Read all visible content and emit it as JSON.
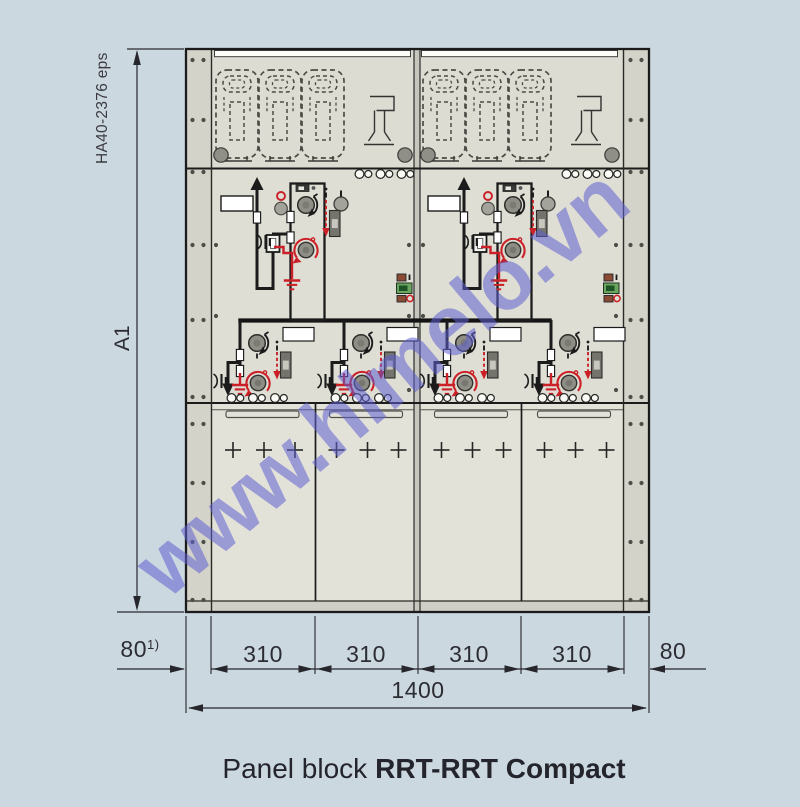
{
  "colors": {
    "background": "#ccd8e0",
    "accent_red": "#cb2027",
    "watermark_blue": "#5f5fd0"
  },
  "watermark": {
    "text": "www.hlmelo.vn"
  },
  "figure": {
    "id_label": "HA40-2376 eps",
    "caption_prefix": "Panel block",
    "caption_bold": "RRT-RRT Compact"
  },
  "dimensions": {
    "height": "A1",
    "left_side": "80",
    "left_side_note": "1)",
    "widths": [
      "310",
      "310",
      "310",
      "310"
    ],
    "right_side": "80",
    "total": "1400"
  }
}
